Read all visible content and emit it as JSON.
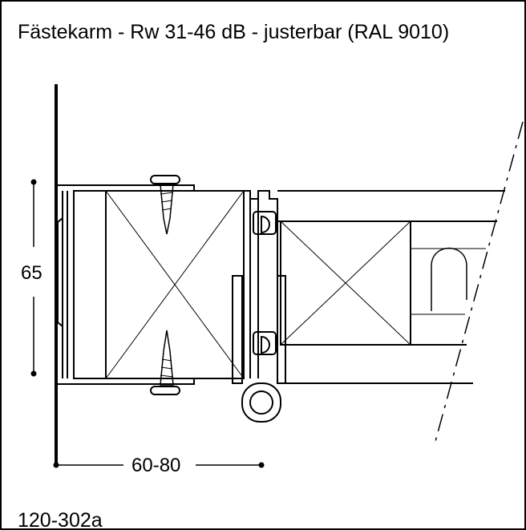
{
  "title": "Fästekarm - Rw 31-46 dB - justerbar (RAL 9010)",
  "drawing_code": "120-302a",
  "dimensions": {
    "height_label": "65",
    "depth_label": "60-80"
  },
  "colors": {
    "line": "#000000",
    "background": "#ffffff",
    "hatch": "#555555"
  }
}
